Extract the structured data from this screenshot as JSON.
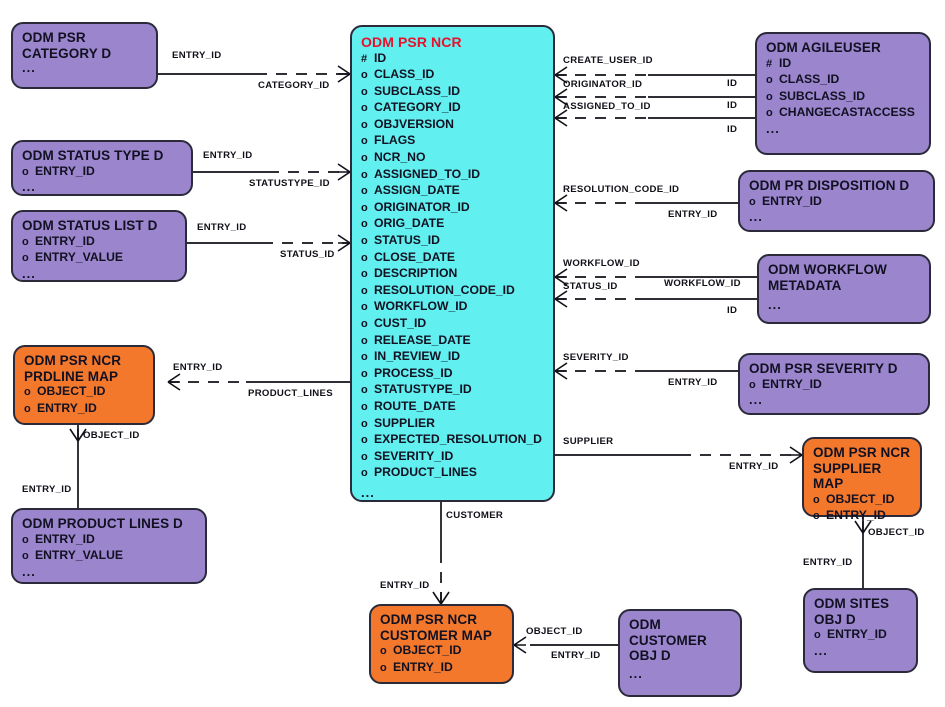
{
  "diagram": {
    "title": "ODM PSR NCR entity relationship diagram",
    "colors": {
      "purple": "#9b85cd",
      "orange": "#f4782c",
      "cyan": "#62efef",
      "title_red": "#e8112d",
      "border": "#2a2a3a",
      "background": "#ffffff"
    }
  },
  "entities": {
    "psr_category_d": {
      "name": "ODM PSR\nCATEGORY D",
      "attributes": [],
      "ellipsis": "..."
    },
    "status_type_d": {
      "name": "ODM STATUS TYPE D",
      "attributes": [
        {
          "mark": "o",
          "label": "ENTRY_ID"
        }
      ],
      "ellipsis": "..."
    },
    "status_list_d": {
      "name": "ODM STATUS LIST D",
      "attributes": [
        {
          "mark": "o",
          "label": "ENTRY_ID"
        },
        {
          "mark": "o",
          "label": "ENTRY_VALUE"
        }
      ],
      "ellipsis": "..."
    },
    "prdline_map": {
      "name": "ODM PSR NCR\nPRDLINE MAP",
      "attributes": [
        {
          "mark": "o",
          "label": "OBJECT_ID"
        },
        {
          "mark": "o",
          "label": "ENTRY_ID"
        }
      ],
      "ellipsis": ""
    },
    "product_lines_d": {
      "name": "ODM PRODUCT LINES D",
      "attributes": [
        {
          "mark": "o",
          "label": "ENTRY_ID"
        },
        {
          "mark": "o",
          "label": "ENTRY_VALUE"
        }
      ],
      "ellipsis": "..."
    },
    "psr_ncr": {
      "name": "ODM PSR NCR",
      "attributes": [
        {
          "mark": "#",
          "label": "ID"
        },
        {
          "mark": "o",
          "label": "CLASS_ID"
        },
        {
          "mark": "o",
          "label": "SUBCLASS_ID"
        },
        {
          "mark": "o",
          "label": "CATEGORY_ID"
        },
        {
          "mark": "o",
          "label": "OBJVERSION"
        },
        {
          "mark": "o",
          "label": "FLAGS"
        },
        {
          "mark": "o",
          "label": "NCR_NO"
        },
        {
          "mark": "o",
          "label": "ASSIGNED_TO_ID"
        },
        {
          "mark": "o",
          "label": "ASSIGN_DATE"
        },
        {
          "mark": "o",
          "label": "ORIGINATOR_ID"
        },
        {
          "mark": "o",
          "label": "ORIG_DATE"
        },
        {
          "mark": "o",
          "label": "STATUS_ID"
        },
        {
          "mark": "o",
          "label": "CLOSE_DATE"
        },
        {
          "mark": "o",
          "label": "DESCRIPTION"
        },
        {
          "mark": "o",
          "label": "RESOLUTION_CODE_ID"
        },
        {
          "mark": "o",
          "label": "WORKFLOW_ID"
        },
        {
          "mark": "o",
          "label": "CUST_ID"
        },
        {
          "mark": "o",
          "label": "RELEASE_DATE"
        },
        {
          "mark": "o",
          "label": "IN_REVIEW_ID"
        },
        {
          "mark": "o",
          "label": "PROCESS_ID"
        },
        {
          "mark": "o",
          "label": "STATUSTYPE_ID"
        },
        {
          "mark": "o",
          "label": "ROUTE_DATE"
        },
        {
          "mark": "o",
          "label": "SUPPLIER"
        },
        {
          "mark": "o",
          "label": "EXPECTED_RESOLUTION_D"
        },
        {
          "mark": "o",
          "label": "SEVERITY_ID"
        },
        {
          "mark": "o",
          "label": "PRODUCT_LINES"
        }
      ],
      "ellipsis": "..."
    },
    "agileuser": {
      "name": "ODM AGILEUSER",
      "attributes": [
        {
          "mark": "#",
          "label": "ID"
        },
        {
          "mark": "o",
          "label": "CLASS_ID"
        },
        {
          "mark": "o",
          "label": "SUBCLASS_ID"
        },
        {
          "mark": "o",
          "label": "CHANGECASTACCESS"
        }
      ],
      "ellipsis": "..."
    },
    "pr_disposition_d": {
      "name": "ODM PR DISPOSITION D",
      "attributes": [
        {
          "mark": "o",
          "label": "ENTRY_ID"
        }
      ],
      "ellipsis": "..."
    },
    "workflow_metadata": {
      "name": "ODM WORKFLOW\nMETADATA",
      "attributes": [],
      "ellipsis": "..."
    },
    "psr_severity_d": {
      "name": "ODM PSR SEVERITY D",
      "attributes": [
        {
          "mark": "o",
          "label": "ENTRY_ID"
        }
      ],
      "ellipsis": "..."
    },
    "supplier_map": {
      "name": "ODM PSR NCR\nSUPPLIER MAP",
      "attributes": [
        {
          "mark": "o",
          "label": "OBJECT_ID"
        },
        {
          "mark": "o",
          "label": "ENTRY_ID"
        }
      ],
      "ellipsis": ""
    },
    "sites_obj_d": {
      "name": "ODM SITES\nOBJ D",
      "attributes": [
        {
          "mark": "o",
          "label": "ENTRY_ID"
        }
      ],
      "ellipsis": "..."
    },
    "customer_map": {
      "name": "ODM PSR NCR\nCUSTOMER MAP",
      "attributes": [
        {
          "mark": "o",
          "label": "OBJECT_ID"
        },
        {
          "mark": "o",
          "label": "ENTRY_ID"
        }
      ],
      "ellipsis": ""
    },
    "customer_obj_d": {
      "name": "ODM\nCUSTOMER\nOBJ D",
      "attributes": [],
      "ellipsis": "..."
    }
  },
  "relationships": {
    "category": {
      "from_label": "ENTRY_ID",
      "to_label": "CATEGORY_ID"
    },
    "statustype": {
      "from_label": "ENTRY_ID",
      "to_label": "STATUSTYPE_ID"
    },
    "status": {
      "from_label": "ENTRY_ID",
      "to_label": "STATUS_ID"
    },
    "product_lines": {
      "from_label": "ENTRY_ID",
      "to_label": "PRODUCT_LINES"
    },
    "prdline_object": {
      "from_label": "OBJECT_ID",
      "to_label": "ENTRY_ID"
    },
    "create_user": {
      "from_label": "CREATE_USER_ID",
      "to_label": "ID"
    },
    "originator": {
      "from_label": "ORIGINATOR_ID",
      "to_label": "ID"
    },
    "assigned_to": {
      "from_label": "ASSIGNED_TO_ID",
      "to_label": "ID"
    },
    "resolution_code": {
      "from_label": "RESOLUTION_CODE_ID",
      "to_label": "ENTRY_ID"
    },
    "workflow": {
      "from_label": "WORKFLOW_ID",
      "to_label": "WORKFLOW_ID"
    },
    "workflow_status": {
      "from_label": "STATUS_ID",
      "to_label": "ID"
    },
    "severity": {
      "from_label": "SEVERITY_ID",
      "to_label": "ENTRY_ID"
    },
    "supplier": {
      "from_label": "SUPPLIER",
      "to_label": "ENTRY_ID"
    },
    "supplier_object": {
      "from_label": "OBJECT_ID",
      "to_label": "ENTRY_ID"
    },
    "customer": {
      "from_label": "CUSTOMER",
      "to_label": "ENTRY_ID"
    },
    "customer_object": {
      "from_label": "OBJECT_ID",
      "to_label": "ENTRY_ID"
    }
  }
}
